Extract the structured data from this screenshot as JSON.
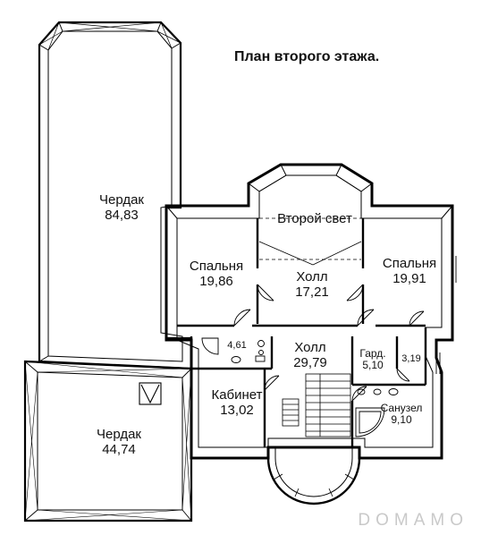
{
  "title": "План второго этажа.",
  "watermark": "DOMAMO",
  "colors": {
    "walls": "#000000",
    "background": "#ffffff",
    "watermark": "#c9c9c9"
  },
  "rooms": {
    "attic_big": {
      "name": "Чердак",
      "area": "84,83"
    },
    "second_light": {
      "name": "Второй свет"
    },
    "bedroom_left": {
      "name": "Спальня",
      "area": "19,86"
    },
    "hall_top": {
      "name": "Холл",
      "area": "17,21"
    },
    "bedroom_right": {
      "name": "Спальня",
      "area": "19,91"
    },
    "wc_small": {
      "area": "4,61"
    },
    "hall_mid": {
      "name": "Холл",
      "area": "29,79"
    },
    "wardrobe": {
      "name": "Гард.",
      "area": "5,10"
    },
    "closet": {
      "area": "3,19"
    },
    "study": {
      "name": "Кабинет",
      "area": "13,02"
    },
    "bathroom": {
      "name": "Санузел",
      "area": "9,10"
    },
    "attic_small": {
      "name": "Чердак",
      "area": "44,74"
    }
  }
}
